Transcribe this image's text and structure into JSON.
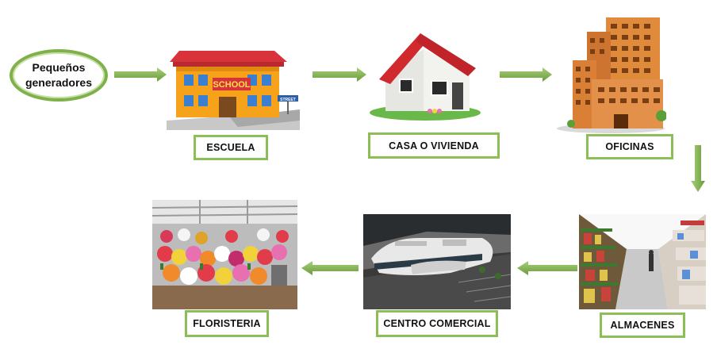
{
  "start": {
    "line1": "Pequeños",
    "line2": "generadores"
  },
  "nodes": [
    {
      "id": "escuela",
      "label": "ESCUELA",
      "sign": "SCHOOL",
      "street": "STREET"
    },
    {
      "id": "casa",
      "label": "CASA O VIVIENDA"
    },
    {
      "id": "oficinas",
      "label": "OFICINAS"
    },
    {
      "id": "almacenes",
      "label": "ALMACENES"
    },
    {
      "id": "centro",
      "label": "CENTRO COMERCIAL"
    },
    {
      "id": "floristeria",
      "label": "FLORISTERIA"
    }
  ],
  "colors": {
    "arrow": "#7fb04a",
    "border": "#8cbe56",
    "roof": "#d8333a"
  }
}
